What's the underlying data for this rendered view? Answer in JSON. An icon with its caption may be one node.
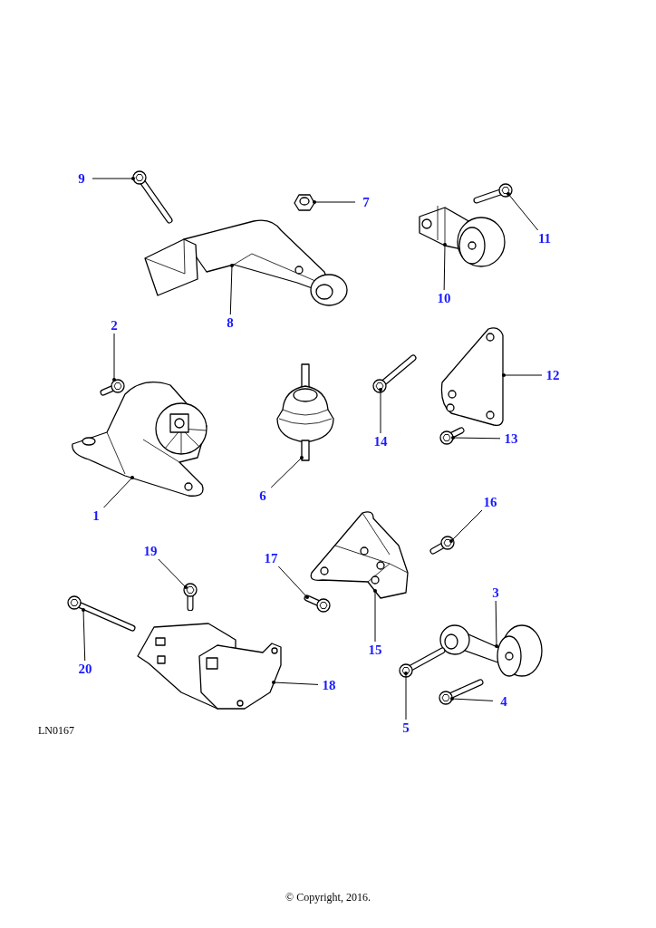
{
  "diagram": {
    "nodes": [
      {
        "text": [
          "9"
        ]
      },
      {
        "text": [
          "7"
        ]
      },
      {
        "text": [
          "11"
        ]
      },
      {
        "text": [
          "10"
        ]
      },
      {
        "text": [
          "8"
        ]
      },
      {
        "text": [
          "2"
        ]
      },
      {
        "text": [
          "12"
        ]
      },
      {
        "text": [
          "14"
        ]
      },
      {
        "text": [
          "13"
        ]
      },
      {
        "text": [
          "6"
        ]
      },
      {
        "text": [
          "1"
        ]
      },
      {
        "text": [
          "16"
        ]
      },
      {
        "text": [
          "19"
        ]
      },
      {
        "text": [
          "17"
        ]
      },
      {
        "text": [
          "3"
        ]
      },
      {
        "text": [
          "15"
        ]
      },
      {
        "text": [
          "20"
        ]
      },
      {
        "text": [
          "18"
        ]
      },
      {
        "text": [
          "4"
        ]
      },
      {
        "text": [
          "5"
        ]
      },
      {
        "text": [],
        "shape": "picture"
      },
      {
        "text": [],
        "shape": "picture"
      },
      {
        "text": [],
        "shape": "picture"
      },
      {
        "text": [],
        "shape": "picture"
      },
      {
        "text": [],
        "shape": "picture"
      },
      {
        "text": [],
        "shape": "picture"
      },
      {
        "text": [],
        "shape": "picture"
      },
      {
        "text": [],
        "shape": "picture"
      },
      {
        "text": [],
        "shape": "picture"
      },
      {
        "text": [],
        "shape": "picture"
      },
      {
        "text": [],
        "shape": "picture"
      },
      {
        "text": [],
        "shape": "picture"
      },
      {
        "text": [],
        "shape": "picture"
      },
      {
        "text": [],
        "shape": "picture"
      },
      {
        "text": [],
        "shape": "picture"
      },
      {
        "text": [],
        "shape": "picture"
      },
      {
        "text": [],
        "shape": "picture"
      },
      {
        "text": [],
        "shape": "picture"
      },
      {
        "text": [],
        "shape": "picture"
      },
      {
        "text": [],
        "shape": "picture"
      }
    ],
    "edges": [
      {
        "from": 0,
        "to": 20,
        "arrow": "other"
      },
      {
        "from": 1,
        "to": 21,
        "arrow": "other"
      },
      {
        "from": 2,
        "to": 22,
        "arrow": "other"
      },
      {
        "from": 3,
        "to": 23,
        "arrow": "other"
      },
      {
        "from": 4,
        "to": 24,
        "arrow": "other"
      },
      {
        "from": 5,
        "to": 25,
        "arrow": "other"
      },
      {
        "from": 6,
        "to": 26,
        "arrow": "other"
      },
      {
        "from": 7,
        "to": 27,
        "arrow": "other"
      },
      {
        "from": 8,
        "to": 28,
        "arrow": "other"
      },
      {
        "from": 9,
        "to": 29,
        "arrow": "other"
      },
      {
        "from": 10,
        "to": 30,
        "arrow": "other"
      },
      {
        "from": 11,
        "to": 31,
        "arrow": "other"
      },
      {
        "from": 12,
        "to": 32,
        "arrow": "other"
      },
      {
        "from": 13,
        "to": 33,
        "arrow": "other"
      },
      {
        "from": 14,
        "to": 34,
        "arrow": "other"
      },
      {
        "from": 15,
        "to": 35,
        "arrow": "other"
      },
      {
        "from": 16,
        "to": 36,
        "arrow": "other"
      },
      {
        "from": 17,
        "to": 37,
        "arrow": "other"
      },
      {
        "from": 18,
        "to": 38,
        "arrow": "other"
      },
      {
        "from": 19,
        "to": 39,
        "arrow": "other"
      }
    ],
    "labels": [
      "LN0167",
      "© Copyright, 2016."
    ]
  }
}
